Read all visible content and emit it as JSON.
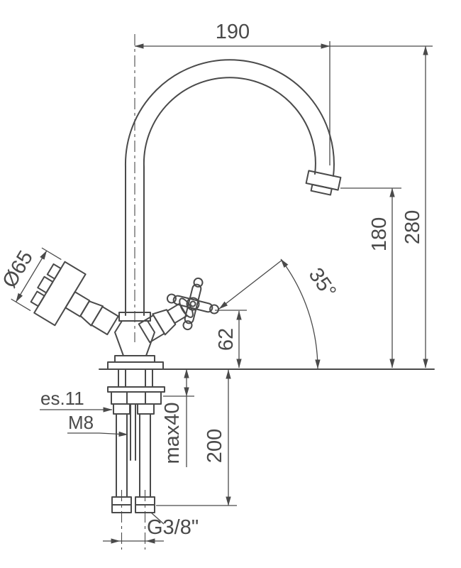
{
  "drawing": {
    "type": "faucet-installation-dimension-drawing",
    "line_color": "#4a4a4a",
    "background": "#ffffff",
    "labels": {
      "spout_reach": "190",
      "overall_height": "280",
      "spout_outlet_height": "180",
      "handle_axis_height": "62",
      "handle_angle": "35°",
      "handle_diameter": "Ø65",
      "hex_key": "es.11",
      "stud_thread": "M8",
      "max_deck_thickness": "max40",
      "hose_length": "200",
      "hose_connection": "G3/8\""
    }
  }
}
